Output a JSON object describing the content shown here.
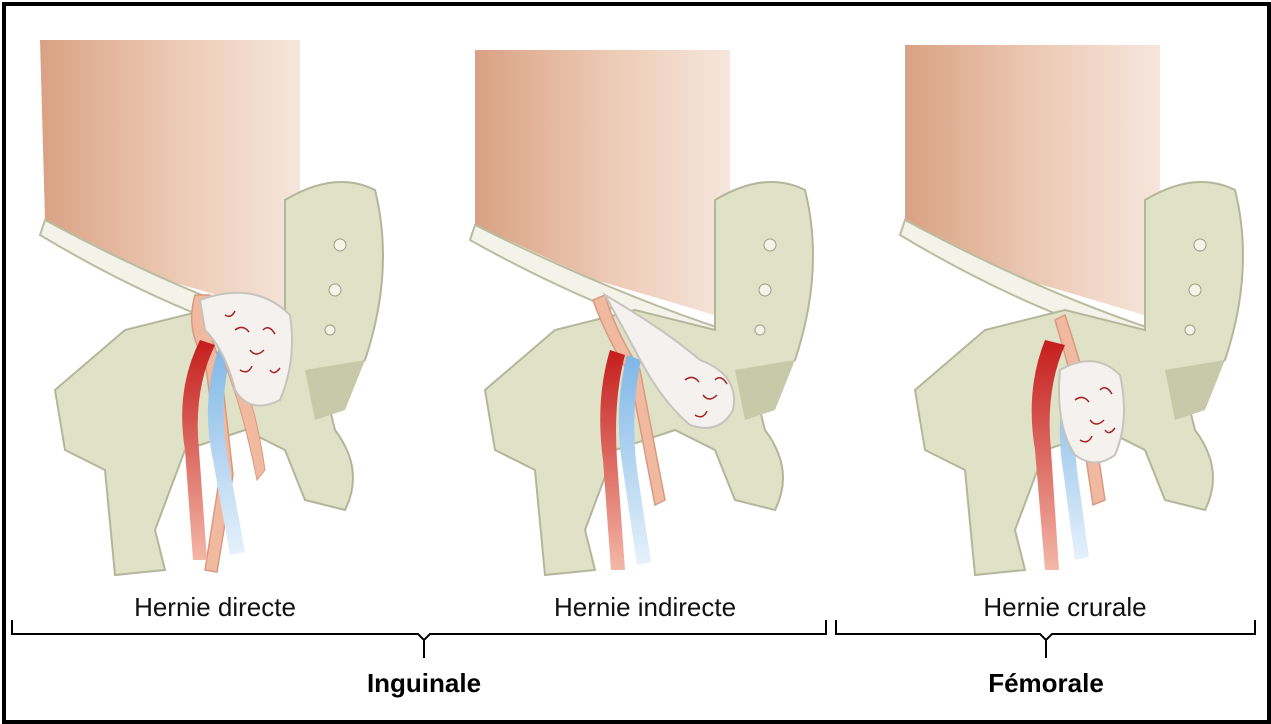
{
  "panels": [
    {
      "label": "Hernie directe",
      "variant": "direct"
    },
    {
      "label": "Hernie indirecte",
      "variant": "indirect"
    },
    {
      "label": "Hernie crurale",
      "variant": "crural"
    }
  ],
  "groups": [
    {
      "label": "Inguinale",
      "spans": [
        "Hernie directe",
        "Hernie indirecte"
      ]
    },
    {
      "label": "Fémorale",
      "spans": [
        "Hernie crurale"
      ]
    }
  ],
  "colors": {
    "muscle": "#e3b69b",
    "muscle_light": "#f3dccd",
    "bone": "#dfe2c6",
    "bone_shadow": "#bfc3a2",
    "artery": "#d32a2a",
    "vein": "#9ccbec",
    "nerve": "#f1b9a0",
    "sac": "#f4f1ee",
    "sac_vessels": "#a82222"
  }
}
